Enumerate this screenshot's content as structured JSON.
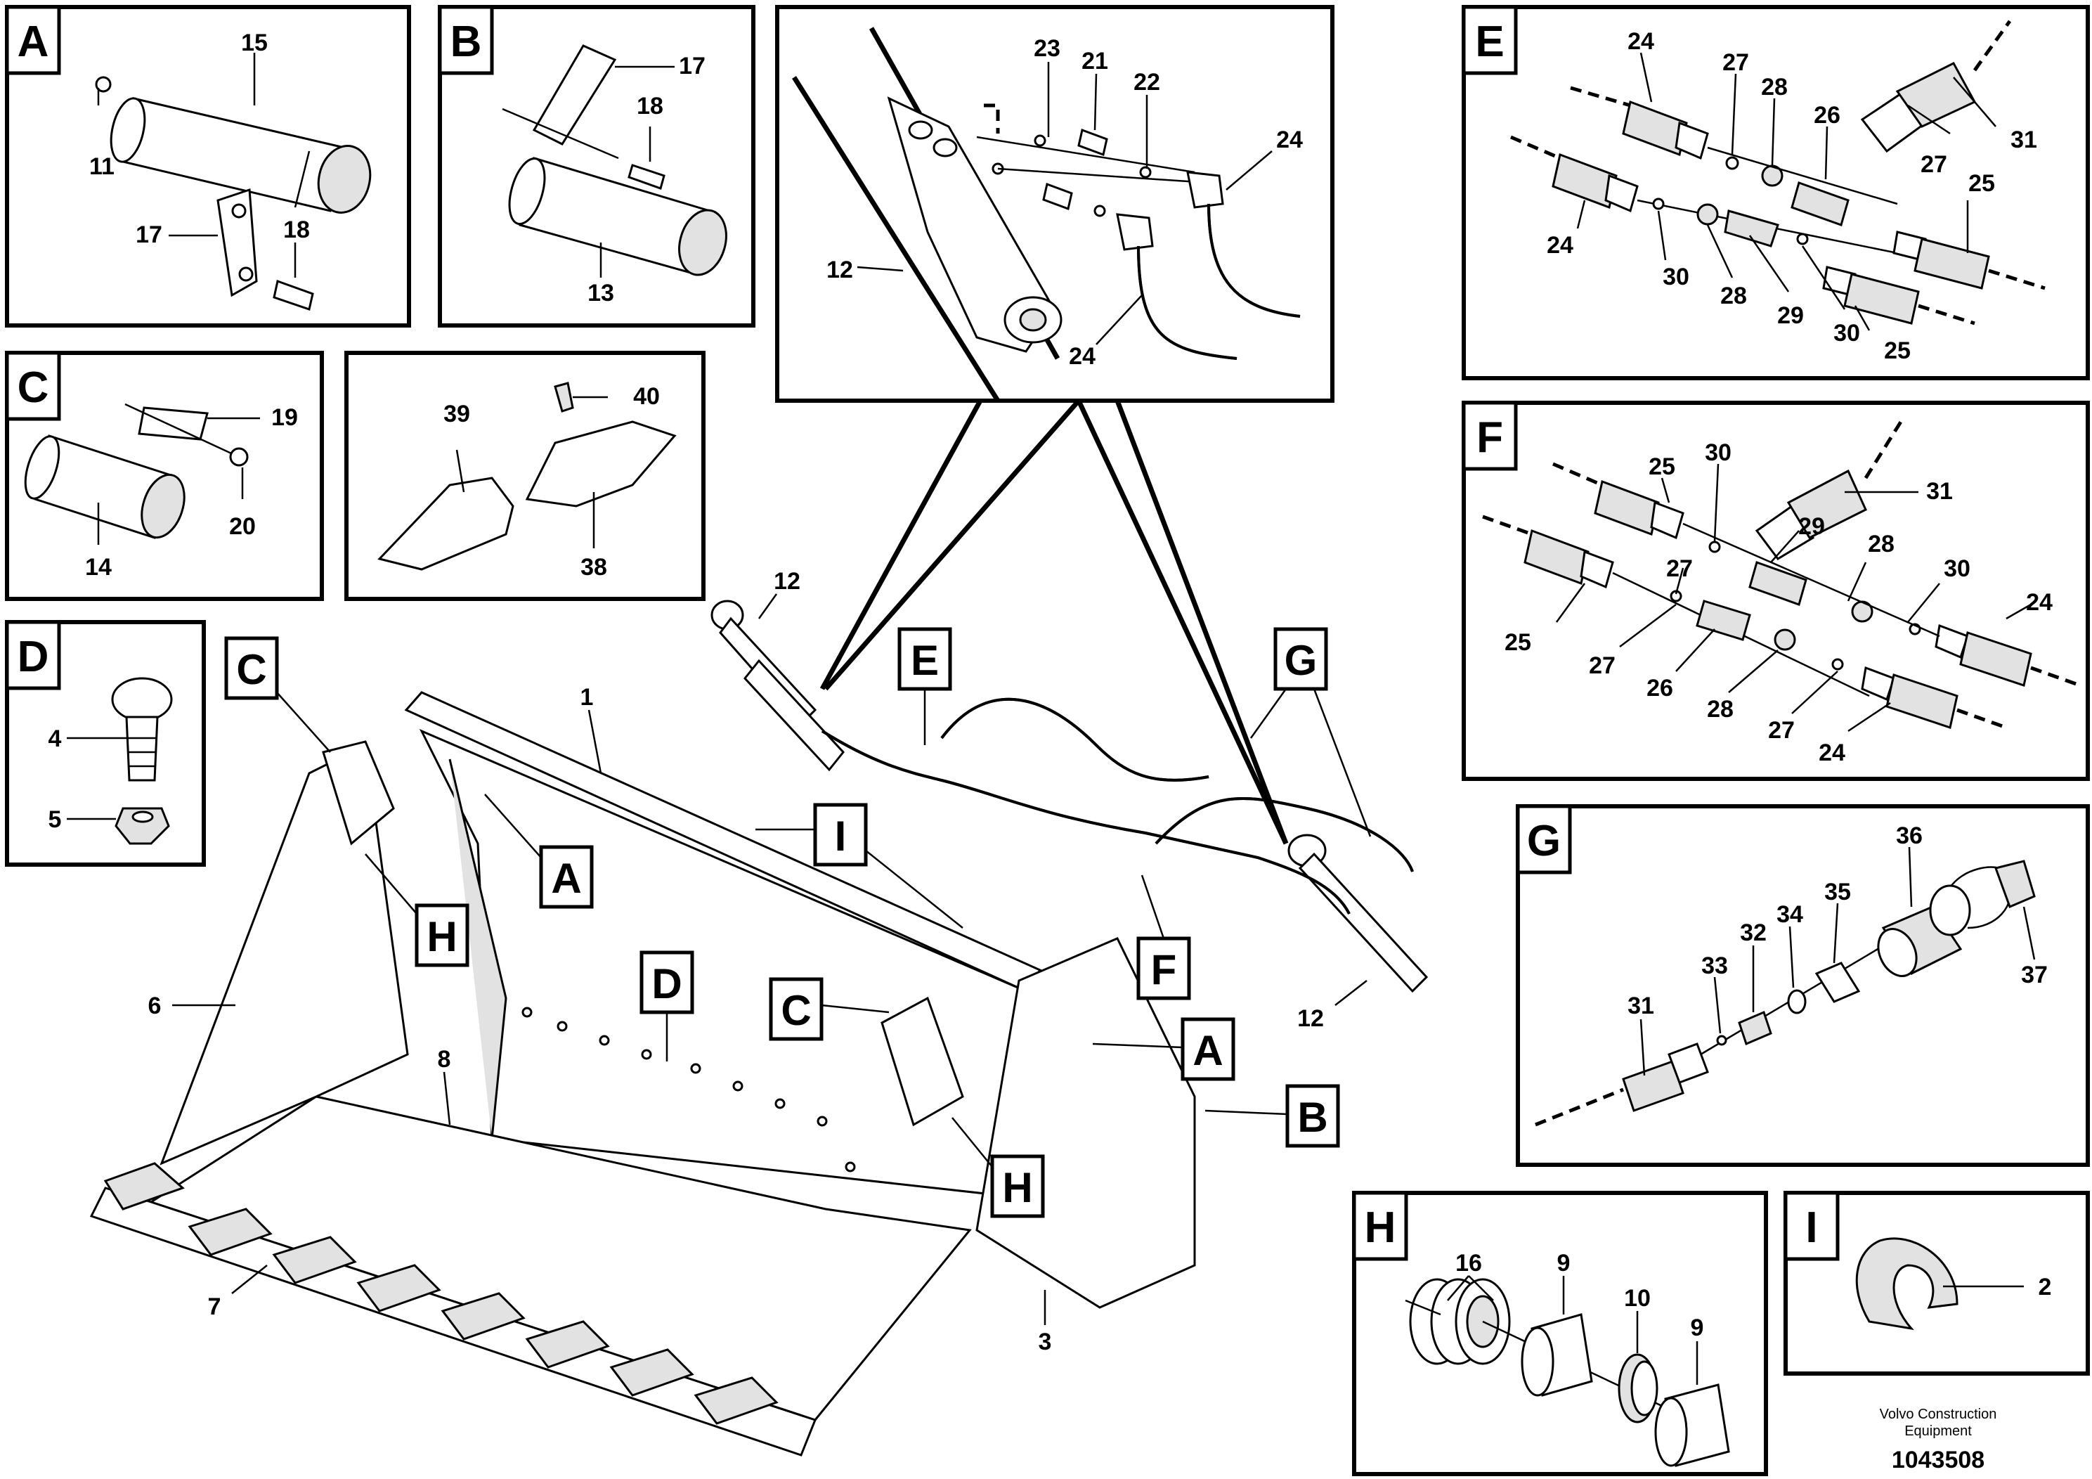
{
  "panels": {
    "A": {
      "letter": "A",
      "labels": [
        "15",
        "11",
        "17",
        "18"
      ]
    },
    "B": {
      "letter": "B",
      "labels": [
        "17",
        "18",
        "13"
      ]
    },
    "C": {
      "letter": "C",
      "labels": [
        "19",
        "20",
        "14"
      ]
    },
    "D": {
      "letter": "D",
      "labels": [
        "4",
        "5"
      ]
    },
    "teeth": {
      "labels": [
        "40",
        "39",
        "38"
      ]
    },
    "cyl": {
      "labels": [
        "23",
        "21",
        "22",
        "24",
        "12",
        "24"
      ]
    },
    "E": {
      "letter": "E",
      "labels": [
        "24",
        "27",
        "28",
        "26",
        "31",
        "27",
        "25",
        "24",
        "30",
        "28",
        "29",
        "30",
        "25"
      ]
    },
    "F": {
      "letter": "F",
      "labels": [
        "25",
        "30",
        "31",
        "29",
        "28",
        "30",
        "27",
        "25",
        "27",
        "26",
        "28",
        "27",
        "24",
        "24"
      ]
    },
    "G": {
      "letter": "G",
      "labels": [
        "36",
        "35",
        "32",
        "34",
        "33",
        "31",
        "37"
      ]
    },
    "H": {
      "letter": "H",
      "labels": [
        "16",
        "9",
        "10",
        "9"
      ]
    },
    "I": {
      "letter": "I",
      "labels": [
        "2"
      ]
    }
  },
  "main": {
    "callouts": [
      "C",
      "H",
      "A",
      "I",
      "D",
      "C",
      "H",
      "E",
      "F",
      "G",
      "A",
      "B"
    ],
    "labels": [
      "12",
      "1",
      "6",
      "8",
      "7",
      "3",
      "12"
    ]
  },
  "footer": {
    "credit_line1": "Volvo Construction",
    "credit_line2": "Equipment",
    "drawing_number": "1043508"
  }
}
